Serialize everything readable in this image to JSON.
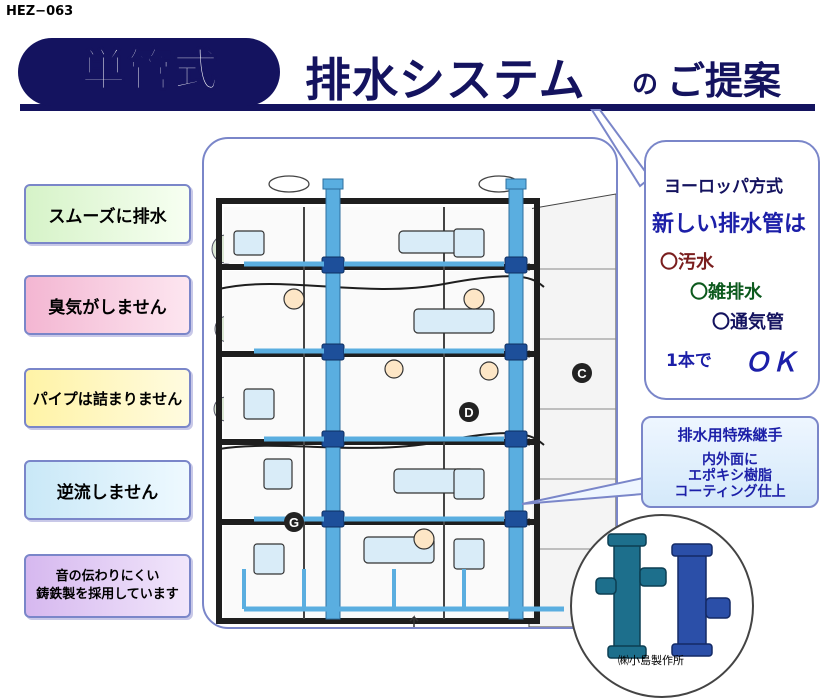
{
  "doc_code": "HEZ−063",
  "title": {
    "badge": "単管式",
    "main": "排水システム",
    "no": "の",
    "proposal": "ご提案"
  },
  "features": [
    "スムーズに排水",
    "臭気がしません",
    "パイプは詰まりません",
    "逆流しません"
  ],
  "feature5": [
    "音の伝わりにくい",
    "鋳鉄製を採用しています"
  ],
  "bubble": {
    "line1": "ヨーロッパ方式",
    "line2": "新しい排水管は",
    "line3": "〇汚水",
    "line4": "〇雑排水",
    "line5": "〇通気管",
    "line6": "1本で",
    "line7": "ＯＫ"
  },
  "joint": {
    "title": "排水用特殊継手",
    "desc1": "内外面に",
    "desc2": "エポキシ樹脂",
    "desc3": "コーティング仕上"
  },
  "building_markers": [
    "C",
    "D",
    "G"
  ],
  "maker": "㈱小島製作所",
  "colors": {
    "navy": "#14135f",
    "pipe_blue": "#5aaee0",
    "frame": "#7a86c9"
  }
}
